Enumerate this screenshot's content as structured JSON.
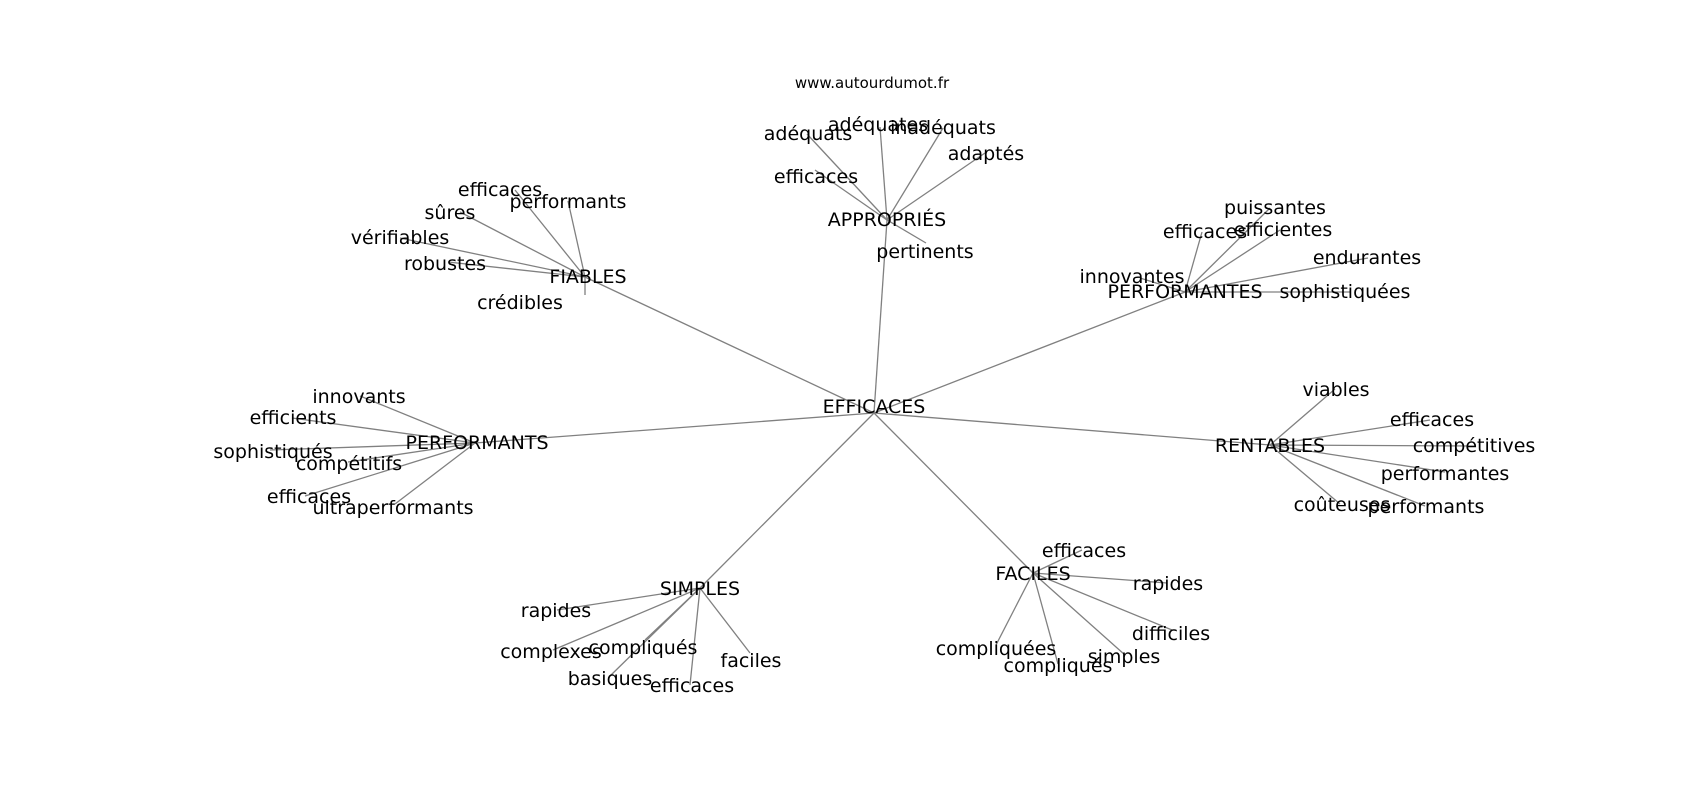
{
  "source": "www.autourdumot.fr",
  "center": "EFFICACES",
  "groups": [
    {
      "label": "APPROPRIÉS",
      "words": [
        "adéquates",
        "adéquats",
        "inadéquats",
        "adaptés",
        "efficaces",
        "pertinents"
      ]
    },
    {
      "label": "FIABLES",
      "words": [
        "efficaces",
        "performants",
        "sûres",
        "vérifiables",
        "robustes",
        "crédibles"
      ]
    },
    {
      "label": "PERFORMANTES",
      "words": [
        "puissantes",
        "efficaces",
        "efficientes",
        "endurantes",
        "innovantes",
        "sophistiquées"
      ]
    },
    {
      "label": "PERFORMANTS",
      "words": [
        "innovants",
        "efficients",
        "sophistiqués",
        "compétitifs",
        "efficaces",
        "ultraperformants"
      ]
    },
    {
      "label": "RENTABLES",
      "words": [
        "viables",
        "efficaces",
        "compétitives",
        "performantes",
        "coûteuses",
        "performants"
      ]
    },
    {
      "label": "SIMPLES",
      "words": [
        "rapides",
        "complexes",
        "compliqués",
        "basiques",
        "efficaces",
        "faciles"
      ]
    },
    {
      "label": "FACILES",
      "words": [
        "efficaces",
        "rapides",
        "difficiles",
        "simples",
        "compliquées",
        "compliqués"
      ]
    }
  ]
}
